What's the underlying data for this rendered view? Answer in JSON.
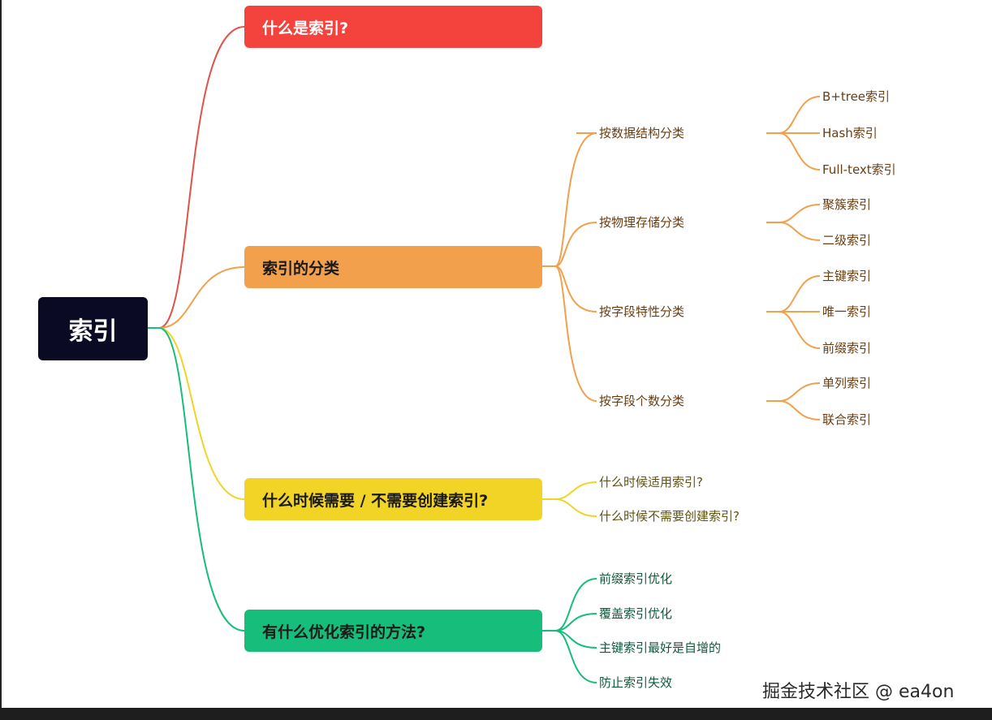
{
  "root": {
    "label": "索引"
  },
  "branches": [
    {
      "label": "什么是索引?"
    },
    {
      "label": "索引的分类"
    },
    {
      "label": "什么时候需要 / 不需要创建索引?"
    },
    {
      "label": "有什么优化索引的方法?"
    }
  ],
  "classification": [
    {
      "label": "按数据结构分类",
      "items": [
        "B+tree索引",
        "Hash索引",
        "Full-text索引"
      ]
    },
    {
      "label": "按物理存储分类",
      "items": [
        "聚簇索引",
        "二级索引"
      ]
    },
    {
      "label": "按字段特性分类",
      "items": [
        "主键索引",
        "唯一索引",
        "前缀索引"
      ]
    },
    {
      "label": "按字段个数分类",
      "items": [
        "单列索引",
        "联合索引"
      ]
    }
  ],
  "when": [
    "什么时候适用索引?",
    "什么时候不需要创建索引?"
  ],
  "optimize": [
    "前缀索引优化",
    "覆盖索引优化",
    "主键索引最好是自增的",
    "防止索引失效"
  ],
  "colors": {
    "red": "#f4423c",
    "orange": "#f2a04b",
    "yellow": "#f1d426",
    "green": "#17bd7a",
    "root": "#0b0a24"
  },
  "watermark": "掘金技术社区 @ ea4on"
}
